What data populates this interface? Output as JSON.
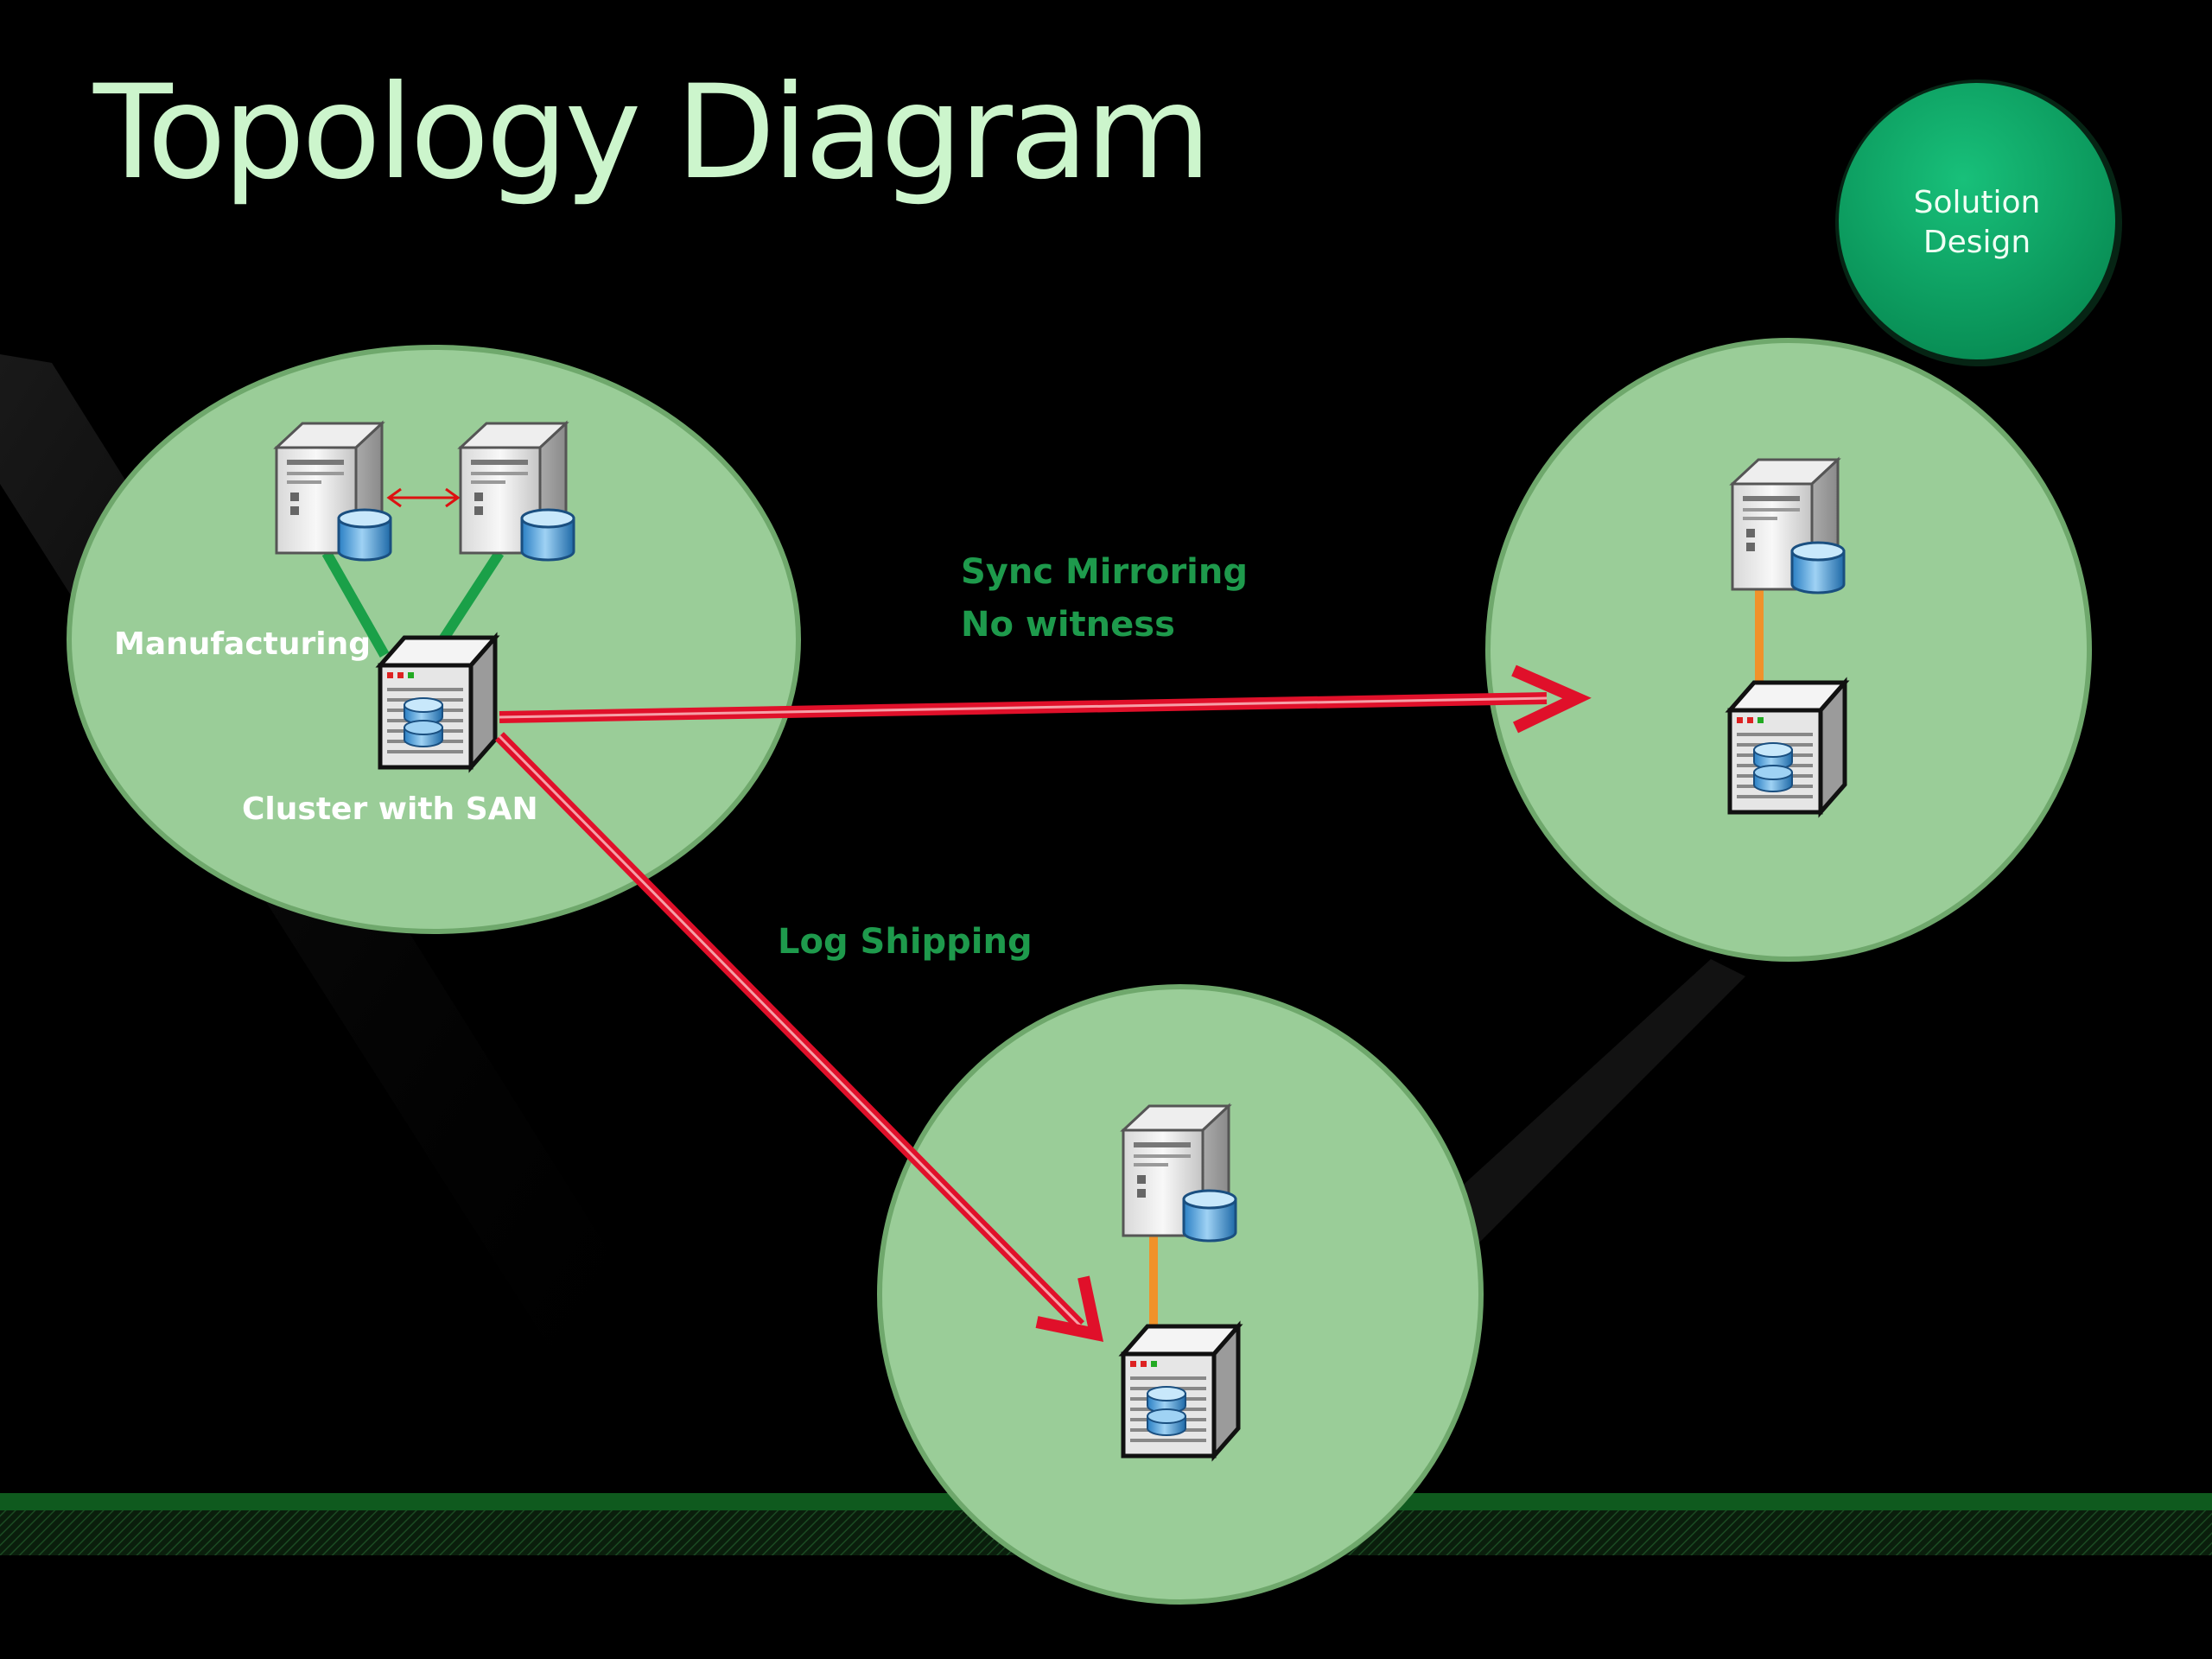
{
  "slide": {
    "title": "Topology Diagram",
    "badge": {
      "line1": "Solution",
      "line2": "Design",
      "color": "#0aa864"
    }
  },
  "diagram": {
    "nodes": [
      {
        "id": "primary-site",
        "labels": [
          "Manufacturing",
          "Cluster with SAN"
        ],
        "contents": [
          "database-server-icon",
          "database-server-icon",
          "san-storage-icon"
        ]
      },
      {
        "id": "mirror-site",
        "labels": [],
        "contents": [
          "database-server-icon",
          "san-storage-icon"
        ]
      },
      {
        "id": "log-shipping-site",
        "labels": [],
        "contents": [
          "database-server-icon",
          "san-storage-icon"
        ]
      }
    ],
    "links": [
      {
        "from": "primary-site",
        "to": "mirror-site",
        "label_line1": "Sync Mirroring",
        "label_line2": "No witness"
      },
      {
        "from": "primary-site",
        "to": "log-shipping-site",
        "label_line1": "Log Shipping"
      }
    ],
    "colors": {
      "site_fill": "#9acd98",
      "arrow": "#e0102a",
      "cluster_link": "#1aa048",
      "storage_link": "#f0922a",
      "label_text": "#1e9a4c",
      "title_text": "#ccf5cc"
    }
  }
}
